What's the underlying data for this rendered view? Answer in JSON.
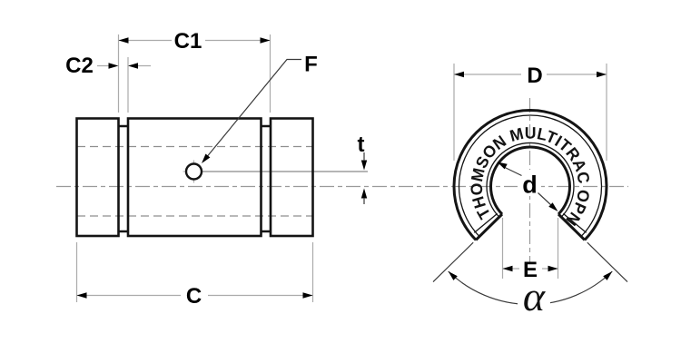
{
  "drawing": {
    "side_view": {
      "labels": {
        "c1": "C1",
        "c2": "C2",
        "c": "C",
        "f": "F",
        "t": "t"
      }
    },
    "front_view": {
      "labels": {
        "outer_diameter": "D",
        "bore_diameter": "d",
        "open_width": "E",
        "open_angle": "α"
      },
      "ring_text": "THOMSON MULTITRAC OPN"
    },
    "colors": {
      "outline": "#141414",
      "dimension_line": "#ababab",
      "hidden_line": "#8f8f8f",
      "centerline": "#9a9a9a",
      "hole_reference_line": "#b5b5b5",
      "leader_line": "#3a3a3a",
      "label": "#000000",
      "background": "#ffffff"
    }
  }
}
